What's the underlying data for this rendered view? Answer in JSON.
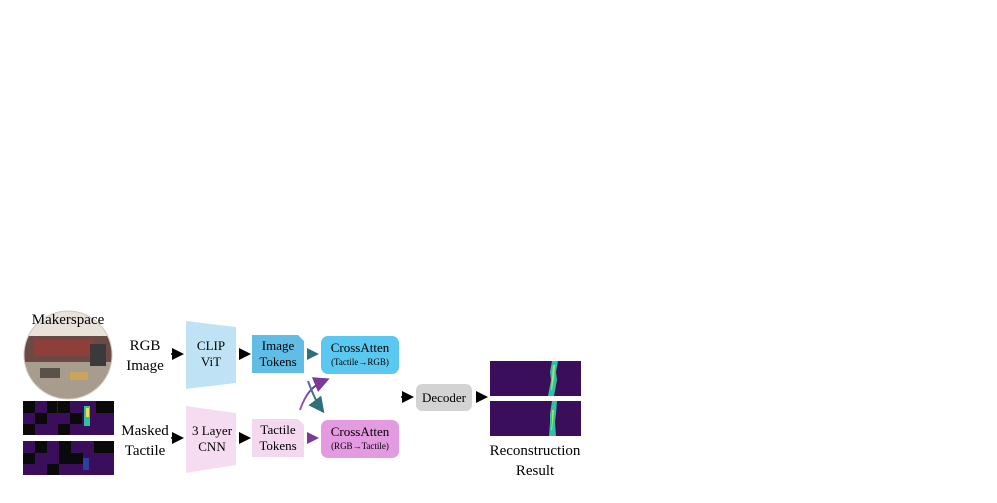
{
  "inputs": {
    "scene_label": "Makerspace",
    "rgb_label": [
      "RGB",
      "Image"
    ],
    "tactile_label": [
      "Masked",
      "Tactile"
    ]
  },
  "encoders": {
    "clip": [
      "CLIP",
      "ViT"
    ],
    "cnn": [
      "3 Layer",
      "CNN"
    ]
  },
  "tokens": {
    "image": [
      "Image",
      "Tokens"
    ],
    "tactile": [
      "Tactile",
      "Tokens"
    ]
  },
  "cross_attention": {
    "top": {
      "title": "CrossAtten",
      "sub": "(Tactile→RGB)"
    },
    "bottom": {
      "title": "CrossAtten",
      "sub": "(RGB→Tactile)"
    }
  },
  "decoder": "Decoder",
  "output_label": [
    "Reconstruction",
    "Result"
  ],
  "colors": {
    "clip_fill": "#bfe3f5",
    "cnn_fill": "#f6dcf1",
    "image_tokens_fill": "#62bde6",
    "tactile_tokens_fill": "#f3d8ef",
    "crossatten_top_fill": "#5ac8f0",
    "crossatten_bottom_fill": "#e39ae0",
    "decoder_fill": "#d3d3d3",
    "teal_arrow": "#2f6f7a",
    "purple_arrow": "#7a3a9a",
    "heatmap_bg": "#3a0e5a",
    "heatmap_bright": "#2ec2a0"
  }
}
